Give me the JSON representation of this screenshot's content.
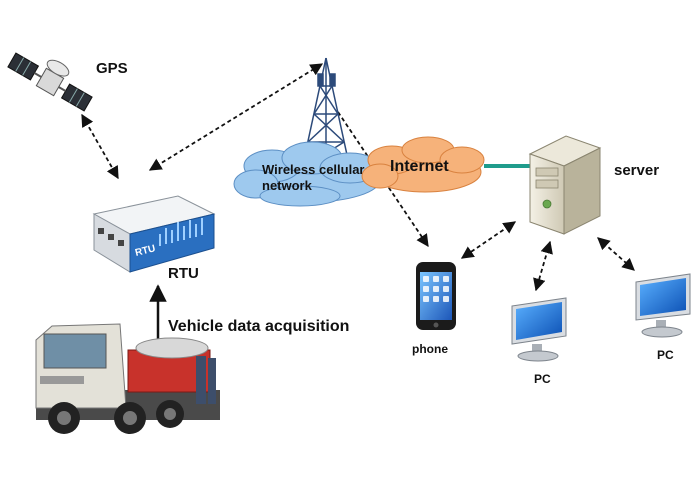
{
  "labels": {
    "gps": "GPS",
    "rtu": "RTU",
    "vehicle": "Vehicle data acquisition",
    "wireless": "Wireless cellular network",
    "internet": "Internet",
    "server": "server",
    "phone": "phone",
    "pc1": "PC",
    "pc2": "PC"
  },
  "device_text": {
    "rtu_face": "RTU"
  },
  "icons": {
    "satellite": "satellite-icon",
    "tower": "cell-tower-icon",
    "rtu": "rtu-device-icon",
    "truck": "truck-icon",
    "server": "server-tower-icon",
    "phone": "smartphone-icon",
    "pc": "monitor-icon"
  },
  "colors": {
    "cloud_blue": "#9ec9ee",
    "cloud_orange": "#f6b27a",
    "link_teal": "#1f9c8c",
    "screen_blue": "#1d6fd6",
    "truck_red": "#c8322b"
  }
}
